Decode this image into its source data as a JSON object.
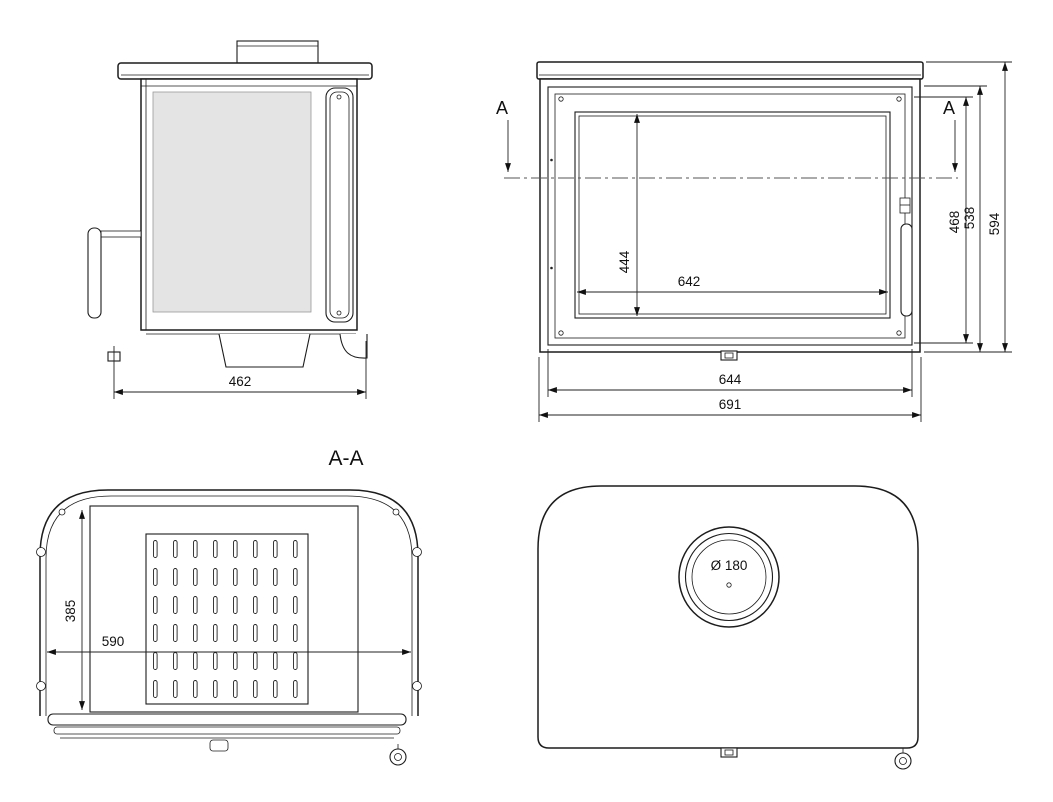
{
  "drawing": {
    "side_view": {
      "depth": "462"
    },
    "front_view": {
      "section_label_left": "A",
      "section_label_right": "A",
      "glass_height": "444",
      "glass_width": "642",
      "door_height": "468",
      "body_height": "538",
      "total_height": "594",
      "door_width": "644",
      "total_width": "691"
    },
    "section_view": {
      "title": "A-A",
      "inner_depth": "385",
      "inner_width": "590"
    },
    "top_view": {
      "flue_diameter": "Ø 180"
    }
  }
}
